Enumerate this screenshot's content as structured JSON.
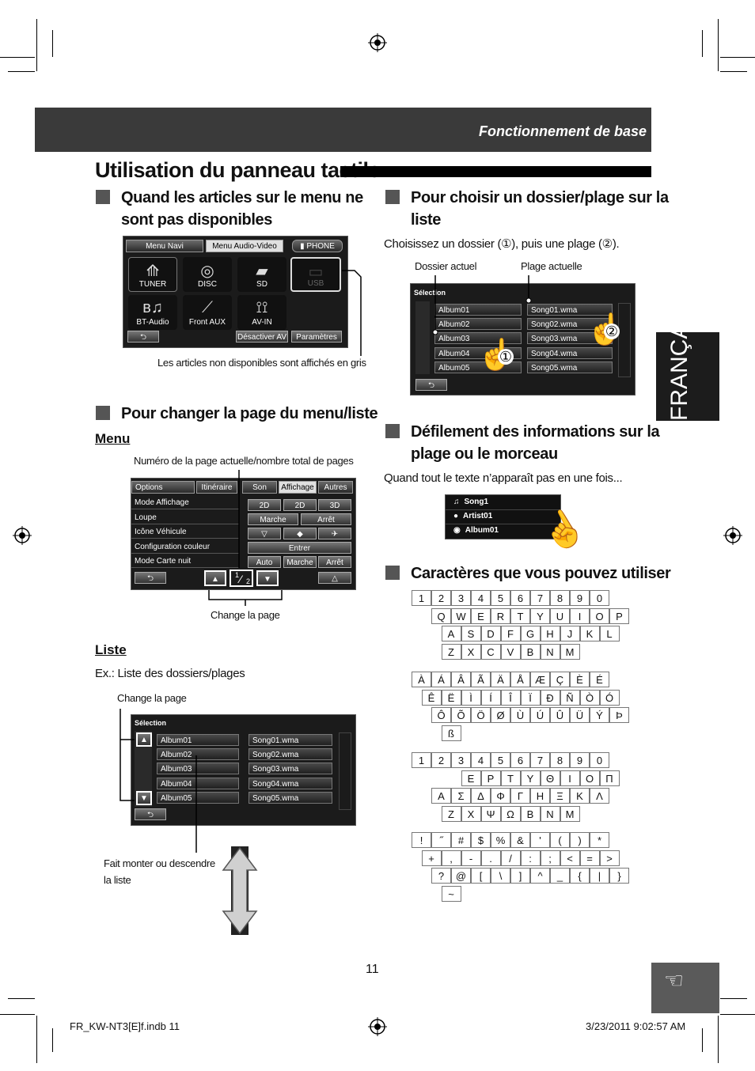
{
  "header": {
    "section": "Fonctionnement de base"
  },
  "page_title": "Utilisation du panneau tactile",
  "side_tab": "FRANÇAIS",
  "sec1": {
    "title_line1": "Quand les articles sur le menu ne",
    "title_line2": "sont pas disponibles",
    "tabs": [
      "Menu Navi",
      "Menu Audio-Video",
      "PHONE"
    ],
    "sources": [
      "TUNER",
      "DISC",
      "SD",
      "USB",
      "BT-Audio",
      "Front AUX",
      "AV-IN"
    ],
    "btn_desactiver": "Désactiver AV",
    "btn_parametres": "Paramètres",
    "caption": "Les articles non disponibles sont affichés en gris"
  },
  "sec2": {
    "title": "Pour changer la page du menu/liste",
    "menu_label": "Menu",
    "page_caption": "Numéro de la page actuelle/nombre total de pages",
    "tabs": [
      "Options",
      "Itinéraire",
      "Son",
      "Affichage",
      "Autres"
    ],
    "rows": [
      "Mode Affichage",
      "Loupe",
      "Icône Véhicule",
      "Configuration couleur",
      "Mode Carte nuit"
    ],
    "btn_2d_a": "2D",
    "btn_2d_b": "2D",
    "btn_3d": "3D",
    "marche": "Marche",
    "arret": "Arrêt",
    "entrer": "Entrer",
    "auto": "Auto",
    "marche2": "Marche",
    "arret2": "Arrêt",
    "page_top": "1",
    "page_bottom": "2",
    "change_caption": "Change la page",
    "liste_label": "Liste",
    "liste_example": "Ex.: Liste des dossiers/plages",
    "change_caption2": "Change la page",
    "selection": "Sélection",
    "albums": [
      "Album01",
      "Album02",
      "Album03",
      "Album04",
      "Album05"
    ],
    "songs": [
      "Song01.wma",
      "Song02.wma",
      "Song03.wma",
      "Song04.wma",
      "Song05.wma"
    ],
    "scroll_caption_line1": "Fait monter ou descendre",
    "scroll_caption_line2": "la liste"
  },
  "sec3": {
    "title_line1": "Pour choisir un dossier/plage sur la",
    "title_line2": "liste",
    "instruction": "Choisissez un dossier (①), puis une plage (②).",
    "label_folder": "Dossier actuel",
    "label_track": "Plage actuelle",
    "selection": "Sélection",
    "albums": [
      "Album01",
      "Album02",
      "Album03",
      "Album04",
      "Album05"
    ],
    "songs": [
      "Song01.wma",
      "Song02.wma",
      "Song03.wma",
      "Song04.wma",
      "Song05.wma"
    ],
    "mark1": "①",
    "mark2": "②"
  },
  "sec4": {
    "title_line1": "Défilement des informations sur la",
    "title_line2": "plage ou le morceau",
    "text": "Quand tout le texte n’apparaît pas en une fois...",
    "info": [
      "Song1",
      "Artist01",
      "Album01"
    ]
  },
  "sec5": {
    "title": "Caractères que vous pouvez utiliser",
    "latin": [
      [
        "1",
        "2",
        "3",
        "4",
        "5",
        "6",
        "7",
        "8",
        "9",
        "0"
      ],
      [
        "Q",
        "W",
        "E",
        "R",
        "T",
        "Y",
        "U",
        "I",
        "O",
        "P"
      ],
      [
        "A",
        "S",
        "D",
        "F",
        "G",
        "H",
        "J",
        "K",
        "L"
      ],
      [
        "Z",
        "X",
        "C",
        "V",
        "B",
        "N",
        "M"
      ]
    ],
    "accent": [
      [
        "À",
        "Á",
        "Â",
        "Ã",
        "Ä",
        "Å",
        "Æ",
        "Ç",
        "È",
        "É"
      ],
      [
        "Ê",
        "Ë",
        "Ì",
        "Í",
        "Î",
        "Ï",
        "Ð",
        "Ñ",
        "Ò",
        "Ó"
      ],
      [
        "Ô",
        "Õ",
        "Ö",
        "Ø",
        "Ù",
        "Ú",
        "Û",
        "Ü",
        "Ý",
        "Þ"
      ],
      [
        "ß"
      ]
    ],
    "greek": [
      [
        "1",
        "2",
        "3",
        "4",
        "5",
        "6",
        "7",
        "8",
        "9",
        "0"
      ],
      [
        "E",
        "P",
        "T",
        "Y",
        "Θ",
        "I",
        "O",
        "Π"
      ],
      [
        "A",
        "Σ",
        "Δ",
        "Φ",
        "Γ",
        "H",
        "Ξ",
        "K",
        "Λ"
      ],
      [
        "Z",
        "X",
        "Ψ",
        "Ω",
        "B",
        "N",
        "M"
      ]
    ],
    "symbols": [
      [
        "!",
        "˝",
        "#",
        "$",
        "%",
        "&",
        "'",
        "(",
        ")",
        "*"
      ],
      [
        "+",
        ",",
        "-",
        ".",
        "/",
        ":",
        ";",
        "<",
        "=",
        ">"
      ],
      [
        "?",
        "@",
        "[",
        "\\",
        "]",
        "^",
        "_",
        "{",
        "|",
        "}"
      ],
      [
        "~"
      ]
    ]
  },
  "page_number": "11",
  "footer_left": "FR_KW-NT3[E]f.indb   11",
  "footer_right": "3/23/2011   9:02:57 AM"
}
